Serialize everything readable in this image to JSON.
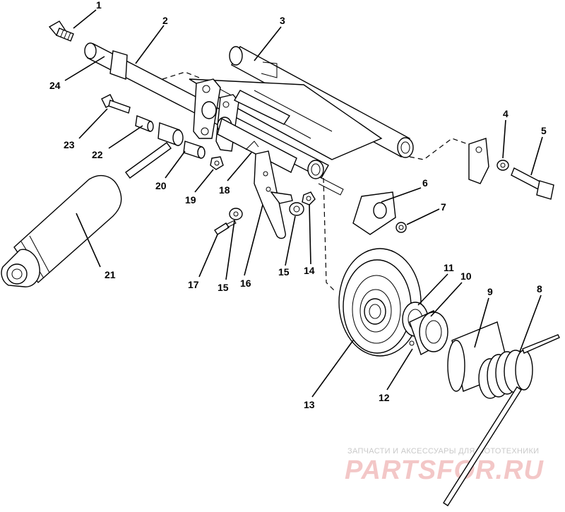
{
  "diagram": {
    "callouts": [
      {
        "id": "c1",
        "text": "1"
      },
      {
        "id": "c2",
        "text": "2"
      },
      {
        "id": "c3",
        "text": "3"
      },
      {
        "id": "c4",
        "text": "4"
      },
      {
        "id": "c5",
        "text": "5"
      },
      {
        "id": "c6",
        "text": "6"
      },
      {
        "id": "c7",
        "text": "7"
      },
      {
        "id": "c8",
        "text": "8"
      },
      {
        "id": "c9",
        "text": "9"
      },
      {
        "id": "c10",
        "text": "10"
      },
      {
        "id": "c11",
        "text": "11"
      },
      {
        "id": "c12",
        "text": "12"
      },
      {
        "id": "c13",
        "text": "13"
      },
      {
        "id": "c14",
        "text": "14"
      },
      {
        "id": "c15a",
        "text": "15"
      },
      {
        "id": "c15b",
        "text": "15"
      },
      {
        "id": "c16",
        "text": "16"
      },
      {
        "id": "c17",
        "text": "17"
      },
      {
        "id": "c18",
        "text": "18"
      },
      {
        "id": "c19",
        "text": "19"
      },
      {
        "id": "c20",
        "text": "20"
      },
      {
        "id": "c21",
        "text": "21"
      },
      {
        "id": "c22",
        "text": "22"
      },
      {
        "id": "c23",
        "text": "23"
      },
      {
        "id": "c24",
        "text": "24"
      }
    ]
  },
  "watermark": {
    "tagline": "ЗАПЧАСТИ И АКСЕССУАРЫ ДЛЯ МОТОТЕХНИКИ",
    "logo": "PARTSFOR.RU",
    "color": "#e8a0a0"
  }
}
